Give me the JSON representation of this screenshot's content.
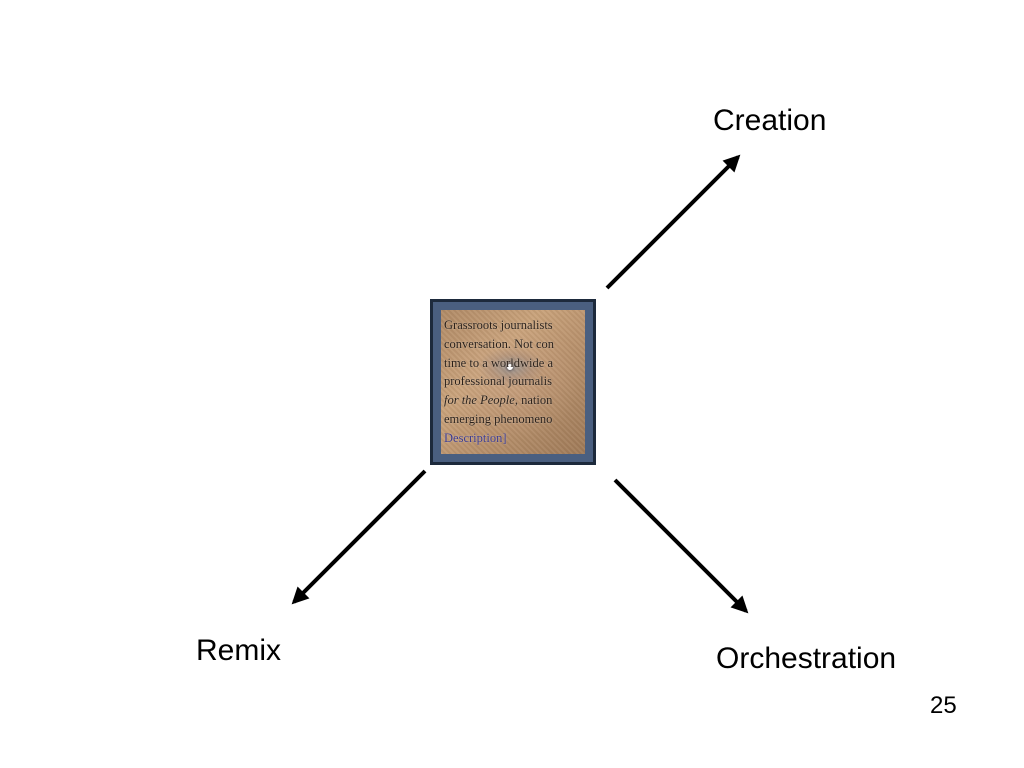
{
  "diagram": {
    "labels": {
      "creation": "Creation",
      "remix": "Remix",
      "orchestration": "Orchestration"
    },
    "center_image": {
      "text_lines": [
        "Grassroots journalists",
        "conversation. Not con",
        "time to a worldwide a",
        "professional journalis",
        "for the People",
        ", nation",
        "emerging phenomeno",
        "Description]"
      ]
    },
    "colors": {
      "arrow": "#000000",
      "frame": "#1d2a3c",
      "mat": "#4a5f80"
    }
  },
  "slide": {
    "number": "25"
  }
}
